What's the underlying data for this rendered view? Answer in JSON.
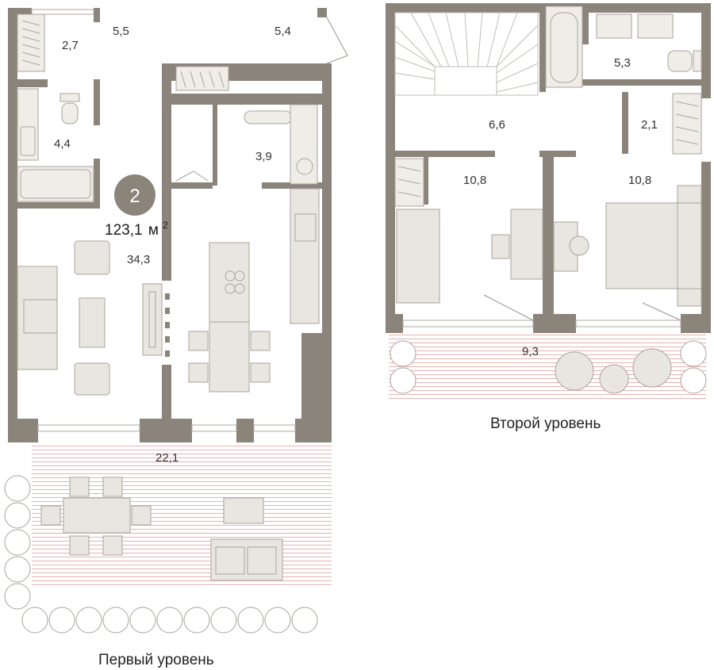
{
  "apartment": {
    "number": "2",
    "total_area_value": "123,1",
    "total_area_unit": "м",
    "total_area_sup": "2"
  },
  "levels": {
    "first": {
      "caption": "Первый уровень",
      "rooms": {
        "wardrobe": "2,7",
        "hall": "5,5",
        "corridor": "5,4",
        "bathroom": "4,4",
        "storage": "3,9",
        "living": "34,3",
        "terrace": "22,1"
      }
    },
    "second": {
      "caption": "Второй уровень",
      "rooms": {
        "bathroom": "5,3",
        "hall": "6,6",
        "wardrobe": "2,1",
        "bedroom_left": "10,8",
        "bedroom_right": "10,8",
        "balcony": "9,3"
      }
    }
  },
  "colors": {
    "wall": "#8b847b",
    "furniture_fill": "#e9e6e1",
    "furniture_stroke": "#a9a39b",
    "terrace_lines": "#e8b8b8",
    "badge": "#8b847b"
  }
}
